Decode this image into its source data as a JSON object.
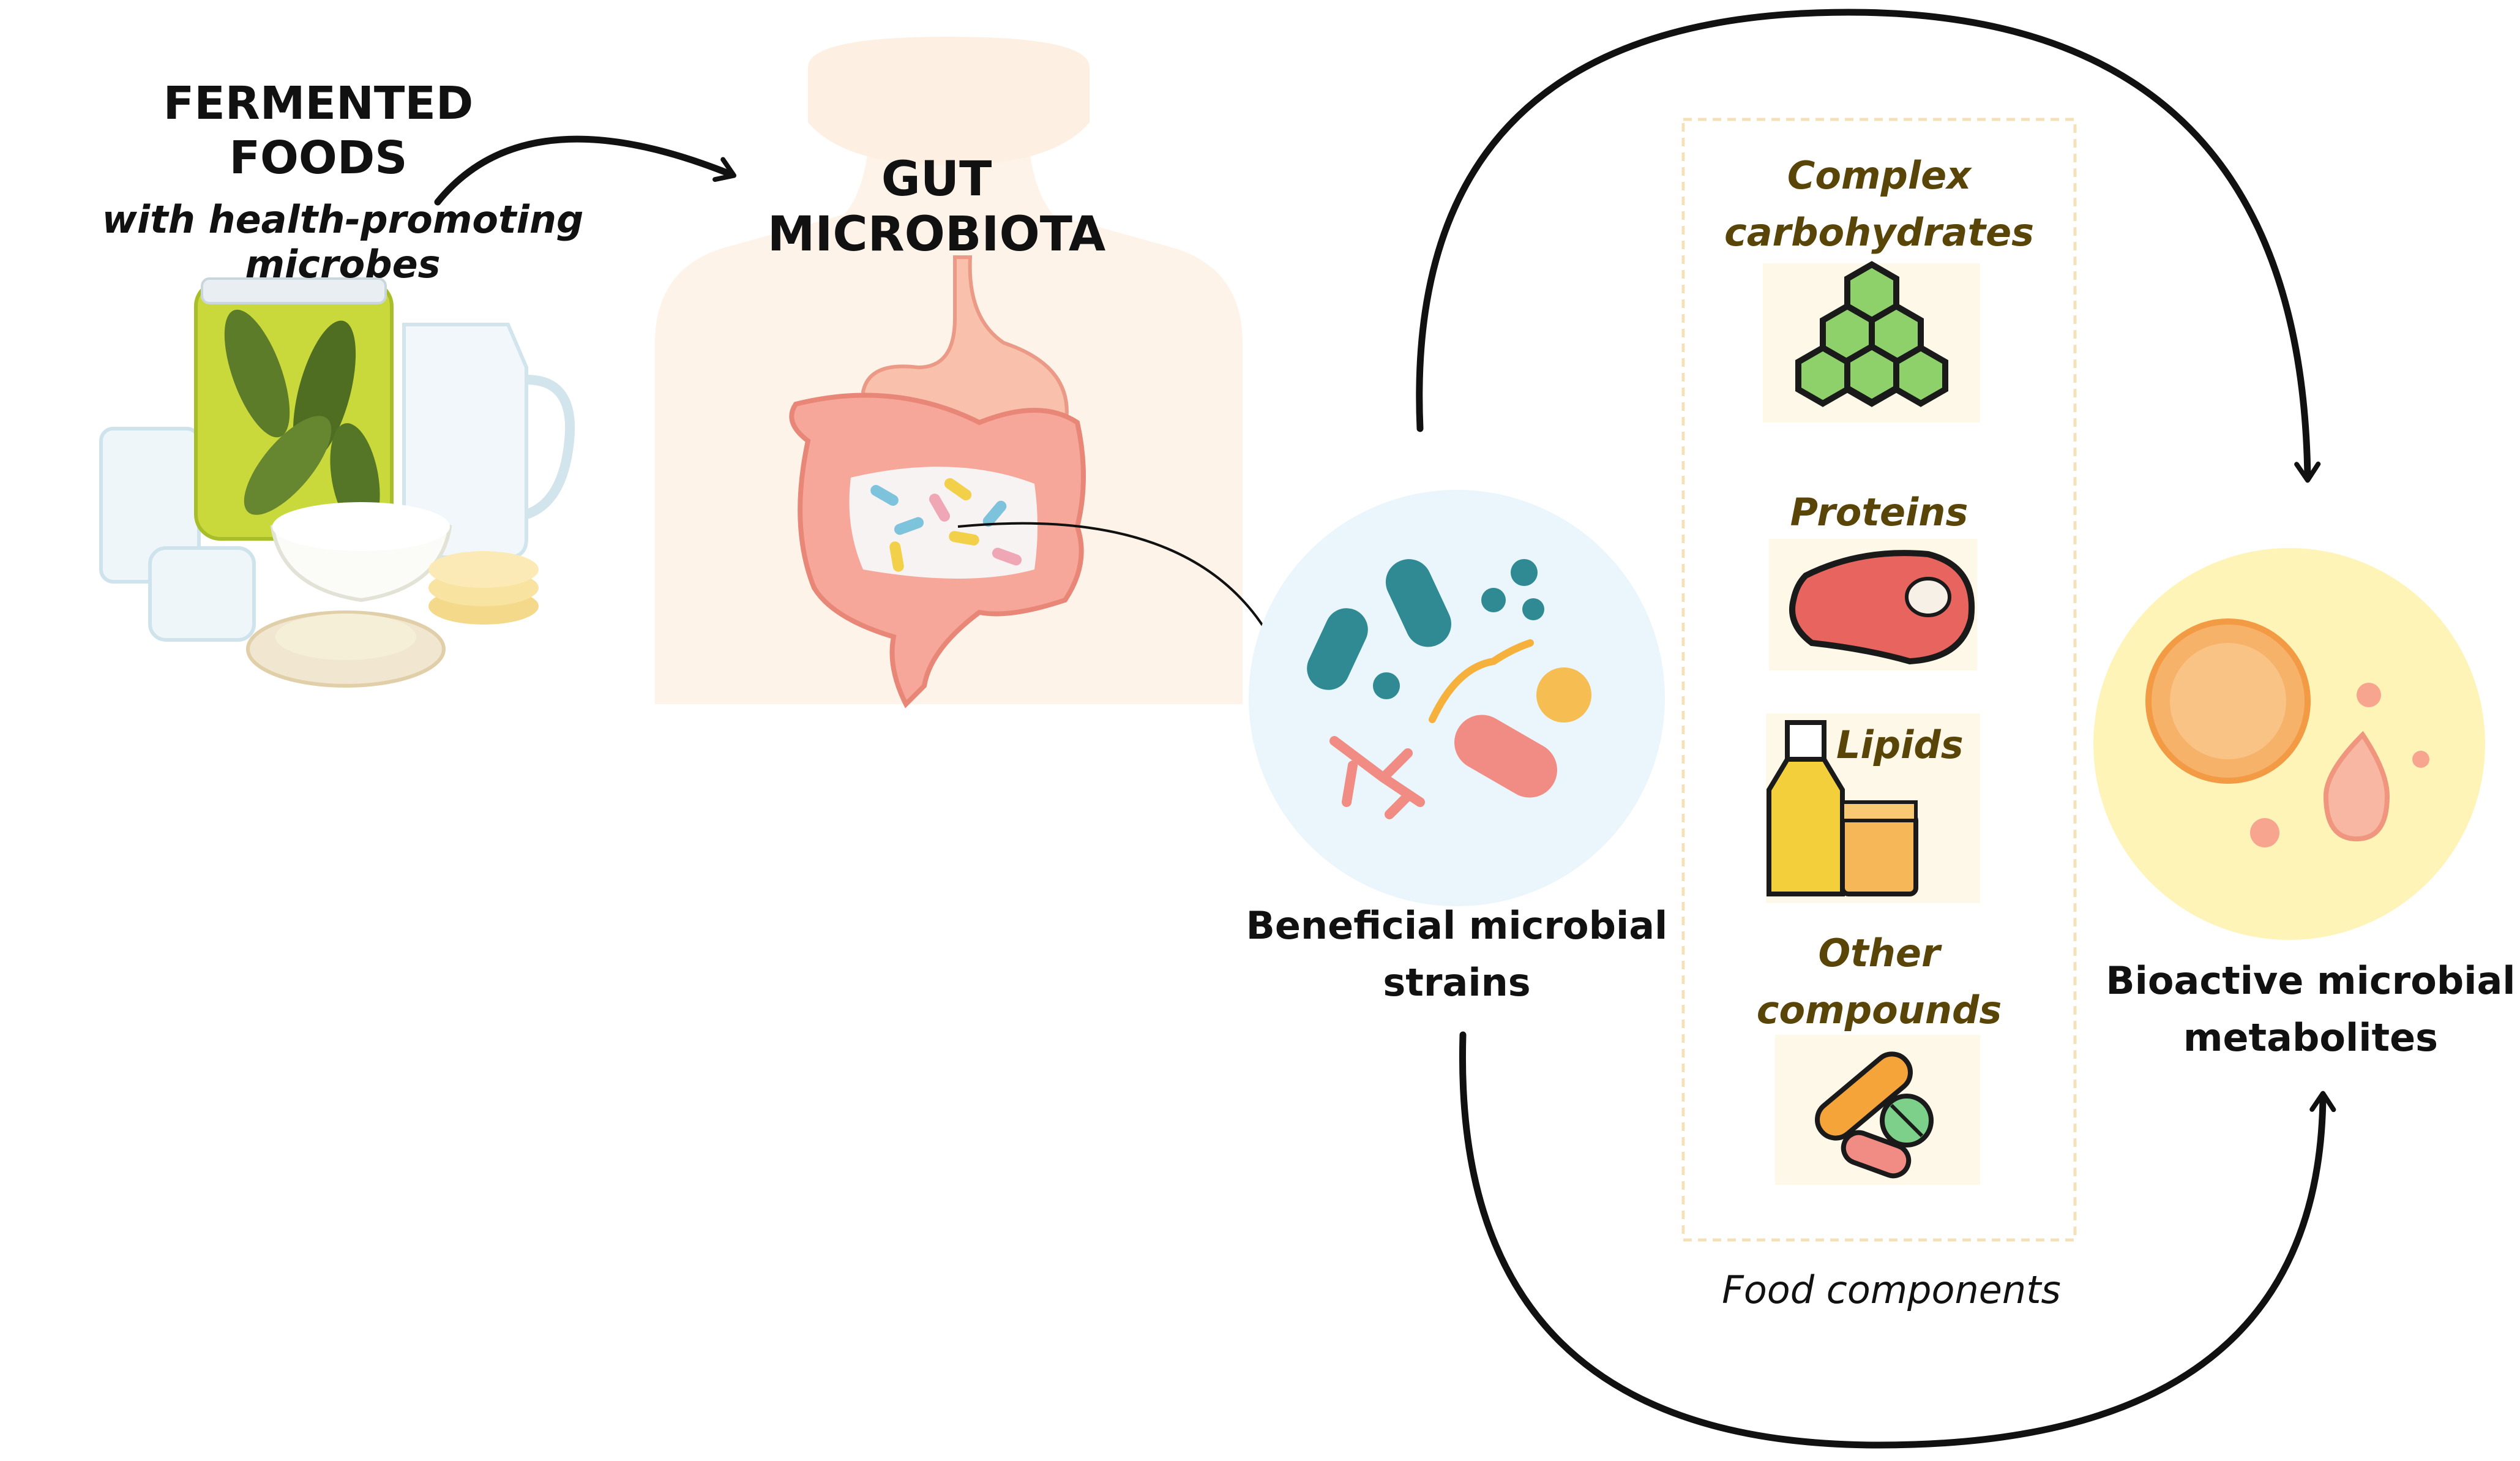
{
  "fermented": {
    "title_line1": "FERMENTED",
    "title_line2": "FOODS",
    "subtitle": "with health-promoting microbes"
  },
  "gut": {
    "title_line1": "GUT",
    "title_line2": "MICROBIOTA"
  },
  "strains": {
    "label_line1": "Beneficial microbial",
    "label_line2": "strains"
  },
  "metabolites": {
    "label_line1": "Bioactive microbial",
    "label_line2": "metabolites"
  },
  "food_components": {
    "caption": "Food components",
    "items": [
      {
        "line1": "Complex",
        "line2": "carbohydrates",
        "icon": "hexagon-carbohydrate-icon"
      },
      {
        "line1": "Proteins",
        "icon": "steak-icon"
      },
      {
        "line1": "Lipids",
        "icon": "oil-bottle-icon"
      },
      {
        "line1": "Other",
        "line2": "compounds",
        "icon": "pills-icon"
      }
    ]
  },
  "colors": {
    "hexagon_fill": "#8ed16a",
    "steak": "#e8655f",
    "oil": "#f3cf3b",
    "pill_orange": "#f5a43a",
    "pill_green": "#7dd08a",
    "teal_microbe": "#2f8a94",
    "metabolite_circle": "#fff4b8",
    "strains_circle": "#eaf6fb",
    "label_olive": "#5a4508"
  }
}
